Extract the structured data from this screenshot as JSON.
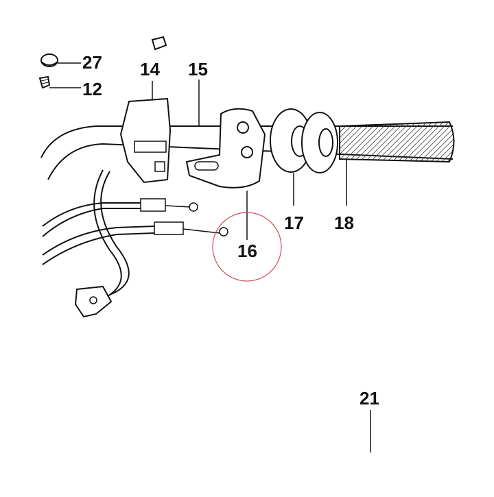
{
  "diagram": {
    "callouts": [
      {
        "id": "27",
        "label": "27"
      },
      {
        "id": "12",
        "label": "12"
      },
      {
        "id": "14",
        "label": "14"
      },
      {
        "id": "15",
        "label": "15"
      },
      {
        "id": "16",
        "label": "16"
      },
      {
        "id": "17",
        "label": "17"
      },
      {
        "id": "18",
        "label": "18"
      },
      {
        "id": "21",
        "label": "21"
      }
    ],
    "highlight_color": "#d04a55",
    "line_color": "#111111"
  }
}
